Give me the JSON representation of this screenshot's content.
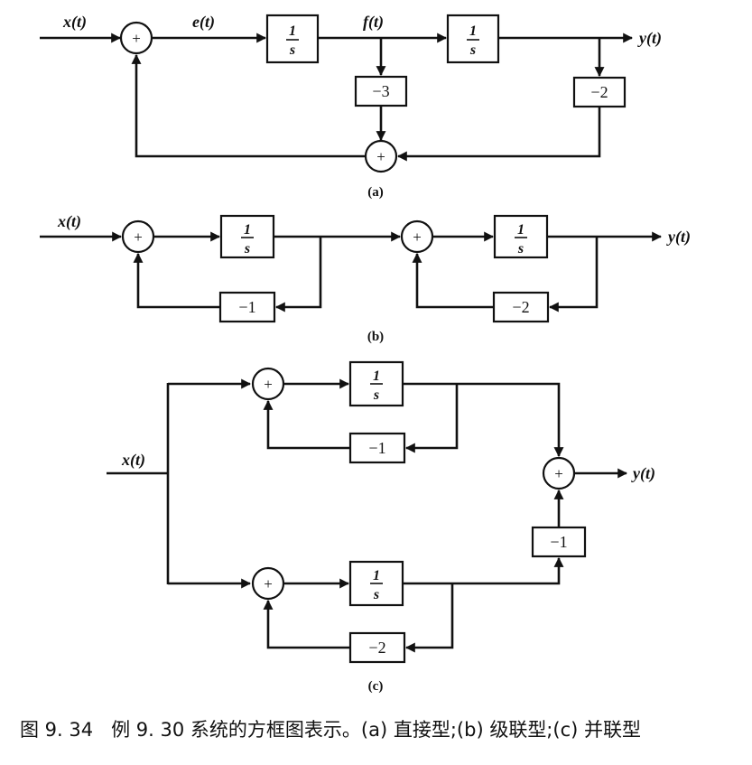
{
  "diagram_a": {
    "input": "x(t)",
    "error_signal": "e(t)",
    "intermediate": "f(t)",
    "output": "y(t)",
    "integrator_num": "1",
    "integrator_den": "s",
    "gain_f": "−3",
    "gain_y": "−2",
    "summer_sign": "+",
    "label": "(a)"
  },
  "diagram_b": {
    "input": "x(t)",
    "output": "y(t)",
    "integrator_num": "1",
    "integrator_den": "s",
    "gain_1": "−1",
    "gain_2": "−2",
    "summer_sign": "+",
    "label": "(b)"
  },
  "diagram_c": {
    "input": "x(t)",
    "output": "y(t)",
    "integrator_num": "1",
    "integrator_den": "s",
    "gain_top": "−1",
    "gain_bottom": "−2",
    "gain_out": "−1",
    "summer_sign": "+",
    "label": "(c)"
  },
  "caption": "图 9. 34   例 9. 30 系统的方框图表示。(a) 直接型;(b) 级联型;(c) 并联型"
}
